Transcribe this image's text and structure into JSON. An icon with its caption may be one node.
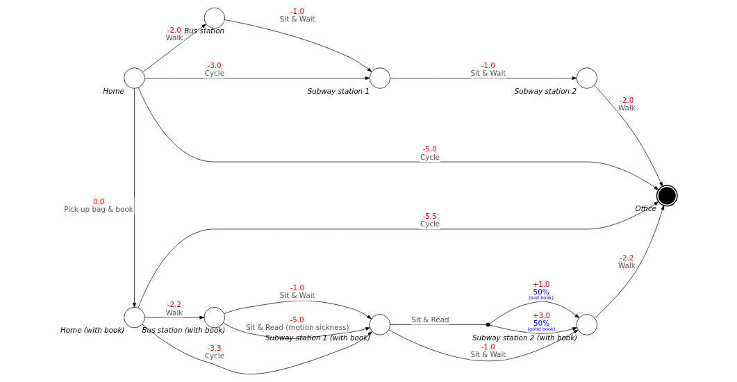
{
  "diagram": {
    "nodes": [
      {
        "text": [],
        "shape": "circle",
        "beside": [
          "Home"
        ]
      },
      {
        "text": [],
        "shape": "circle",
        "beside": [
          "Bus station"
        ]
      },
      {
        "text": [],
        "shape": "circle",
        "beside": [
          "Subway station 1"
        ]
      },
      {
        "text": [],
        "shape": "circle",
        "beside": [
          "Subway station 2"
        ]
      },
      {
        "text": [],
        "shape": "circle",
        "beside": [
          "Office"
        ]
      },
      {
        "text": [],
        "shape": "circle",
        "beside": [
          "Home (with book)"
        ]
      },
      {
        "text": [],
        "shape": "circle",
        "beside": [
          "Bus station (with book)"
        ]
      },
      {
        "text": [],
        "shape": "circle",
        "beside": [
          "Subway station 1 (with book)"
        ]
      },
      {
        "text": [],
        "shape": "circle"
      },
      {
        "text": [],
        "shape": "circle",
        "beside": [
          "Subway station 2 (with book)"
        ]
      }
    ],
    "edges": [
      {
        "from": 0,
        "to": 4,
        "arrow": "to",
        "label": [
          "-5.0",
          "Cycle"
        ]
      },
      {
        "from": 0,
        "to": 2,
        "arrow": "to",
        "label": [
          "-3.0",
          "Cycle"
        ]
      },
      {
        "from": 0,
        "to": 1,
        "arrow": "to",
        "label": [
          "-2.0",
          "Walk"
        ]
      },
      {
        "from": 1,
        "to": 2,
        "arrow": "to",
        "label": [
          "-1.0",
          "Sit & Wait"
        ]
      },
      {
        "from": 2,
        "to": 3,
        "arrow": "to",
        "label": [
          "-1.0",
          "Sit & Wait"
        ]
      },
      {
        "from": 3,
        "to": 4,
        "arrow": "to",
        "label": [
          "-2.0",
          "Walk"
        ]
      },
      {
        "from": 0,
        "to": 5,
        "arrow": "to",
        "label": [
          "0.0",
          "Pick up bag & book"
        ]
      },
      {
        "from": 5,
        "to": 4,
        "arrow": "to",
        "label": [
          "-5.5",
          "Cycle"
        ]
      },
      {
        "from": 5,
        "to": 7,
        "arrow": "to",
        "label": [
          "-3.3",
          "Cycle"
        ]
      },
      {
        "from": 5,
        "to": 6,
        "arrow": "to",
        "label": [
          "-2.2",
          "Walk"
        ]
      },
      {
        "from": 6,
        "to": 7,
        "arrow": "to",
        "label": [
          "-1.0",
          "Sit & Wait"
        ]
      },
      {
        "from": 6,
        "to": 7,
        "arrow": "to",
        "label": [
          "-5.0",
          "Sit & Read (motion sickness)"
        ]
      },
      {
        "from": 7,
        "to": 9,
        "arrow": "to",
        "label": [
          "-1.0",
          "Sit & Wait"
        ]
      },
      {
        "from": 7,
        "to": 8,
        "arrow": "none",
        "label": [
          "Sit & Read"
        ]
      },
      {
        "from": 8,
        "to": 9,
        "arrow": "to",
        "label": [
          "+1.0",
          "50%",
          "(bad book)"
        ]
      },
      {
        "from": 8,
        "to": 9,
        "arrow": "to",
        "label": [
          "+3.0",
          "50%",
          "(good book)"
        ]
      },
      {
        "from": 9,
        "to": 4,
        "arrow": "to",
        "label": [
          "-2.2",
          "Walk"
        ]
      }
    ]
  }
}
